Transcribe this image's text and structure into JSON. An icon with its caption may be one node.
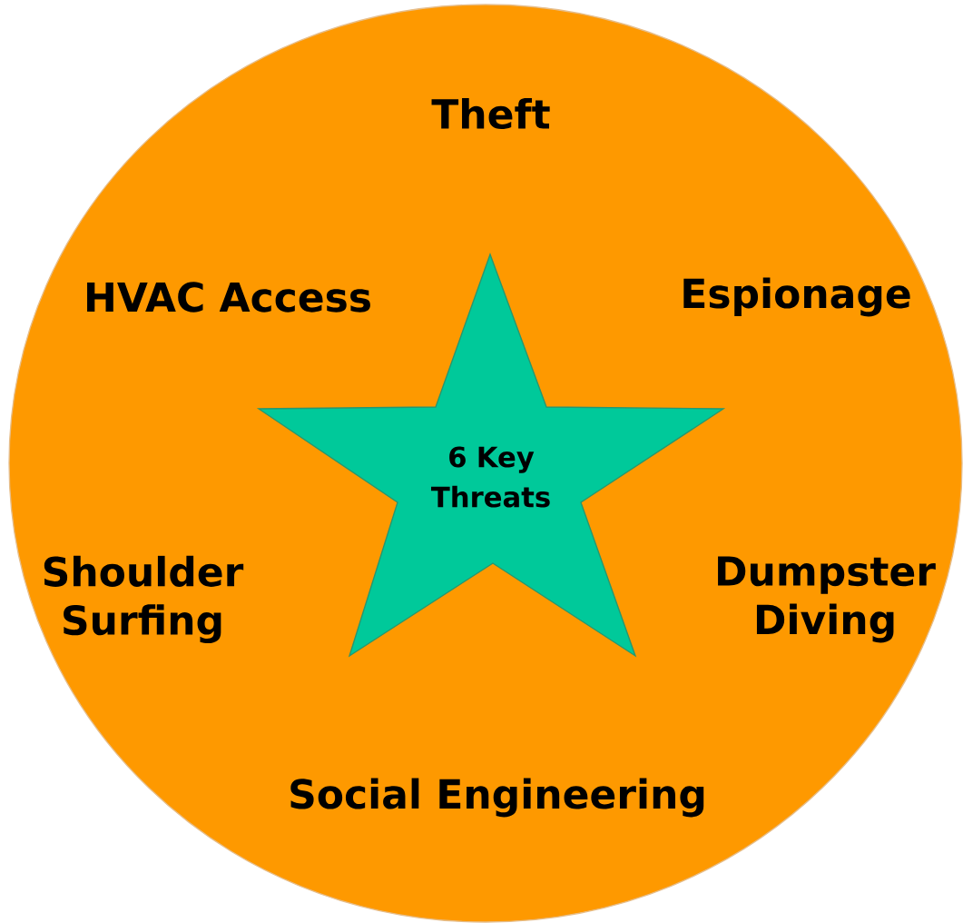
{
  "diagram": {
    "nodes": [
      {
        "text": [
          "Theft",
          "HVAC Access",
          "Espionage",
          "Shoulder Surfing",
          "Dumpster Diving",
          "Social Engineering"
        ]
      },
      {
        "text": [
          "6 Key Threats"
        ],
        "in": 0
      }
    ]
  }
}
